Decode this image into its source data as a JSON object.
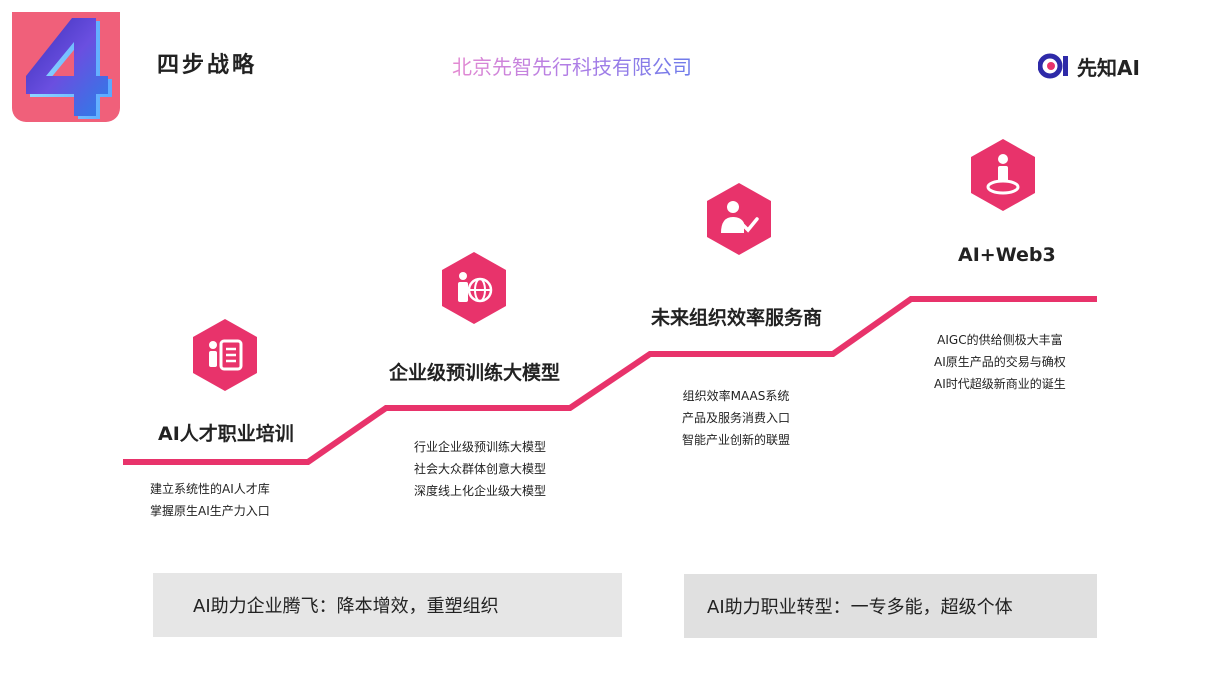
{
  "header": {
    "badge_number": "4",
    "title": "四步战略",
    "company": "北京先智先行科技有限公司",
    "logo_text": "先知AI",
    "logo_icon": "xianzhi-logo-icon"
  },
  "colors": {
    "accent": "#e8336b",
    "badge": "#f0607a",
    "summary_bg": "#e6e6e6"
  },
  "steps": [
    {
      "title": "AI人才职业培训",
      "icon": "person-document-icon",
      "items": [
        "建立系统性的AI人才库",
        "掌握原生AI生产力入口"
      ]
    },
    {
      "title": "企业级预训练大模型",
      "icon": "person-globe-icon",
      "items": [
        "行业企业级预训练大模型",
        "社会大众群体创意大模型",
        "深度线上化企业级大模型"
      ]
    },
    {
      "title": "未来组织效率服务商",
      "icon": "person-check-icon",
      "items": [
        "组织效率MAAS系统",
        "产品及服务消费入口",
        "智能产业创新的联盟"
      ]
    },
    {
      "title": "AI+Web3",
      "icon": "person-platform-icon",
      "items": [
        "AIGC的供给侧极大丰富",
        "AI原生产品的交易与确权",
        "AI时代超级新商业的诞生"
      ]
    }
  ],
  "summaries": [
    {
      "text": "AI助力企业腾飞：降本增效，重塑组织"
    },
    {
      "text": "AI助力职业转型：一专多能，超级个体"
    }
  ]
}
